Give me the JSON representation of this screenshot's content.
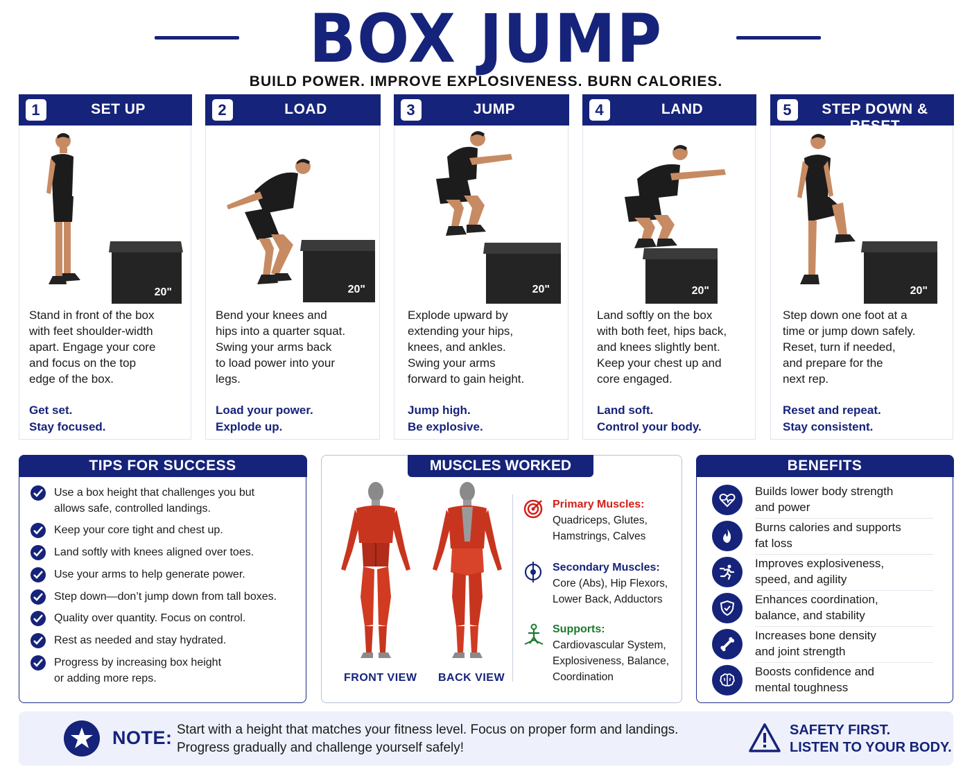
{
  "header": {
    "title": "BOX JUMP",
    "subtitle": "BUILD POWER. IMPROVE EXPLOSIVENESS. BURN CALORIES."
  },
  "box_label": "20\"",
  "steps": [
    {
      "number": "1",
      "title": "SET UP",
      "desc": [
        "Stand in front of the box",
        "with feet shoulder-width",
        "apart. Engage your core",
        "and focus on the top",
        "edge of the box."
      ],
      "tag": [
        "Get set.",
        "Stay focused."
      ]
    },
    {
      "number": "2",
      "title": "LOAD",
      "desc": [
        "Bend your knees and",
        "hips into a quarter squat.",
        "Swing your arms back",
        "to load power into your",
        "legs."
      ],
      "tag": [
        "Load your power.",
        "Explode up."
      ]
    },
    {
      "number": "3",
      "title": "JUMP",
      "desc": [
        "Explode upward by",
        "extending your hips,",
        "knees, and ankles.",
        "Swing your arms",
        "forward to gain height."
      ],
      "tag": [
        "Jump high.",
        "Be explosive."
      ]
    },
    {
      "number": "4",
      "title": "LAND",
      "desc": [
        "Land softly on the box",
        "with both feet, hips back,",
        "and knees slightly bent.",
        "Keep your chest up and",
        "core engaged."
      ],
      "tag": [
        "Land soft.",
        "Control your body."
      ]
    },
    {
      "number": "5",
      "title": "STEP DOWN & RESET",
      "desc": [
        "Step down one foot at a",
        "time or jump down safely.",
        "Reset, turn if needed,",
        "and prepare for the",
        "next rep."
      ],
      "tag": [
        "Reset and repeat.",
        "Stay consistent."
      ]
    }
  ],
  "tips": {
    "title": "TIPS FOR SUCCESS",
    "items": [
      [
        "Use a box height that challenges you but",
        "allows safe, controlled landings."
      ],
      [
        "Keep your core tight and chest up."
      ],
      [
        "Land softly with knees aligned over toes."
      ],
      [
        "Use your arms to help generate power."
      ],
      [
        "Step down—don’t jump down from tall boxes."
      ],
      [
        "Quality over quantity. Focus on control."
      ],
      [
        "Rest as needed and stay hydrated."
      ],
      [
        "Progress by increasing box height",
        "or adding more reps."
      ]
    ]
  },
  "muscles": {
    "title": "MUSCLES WORKED",
    "front_label": "FRONT VIEW",
    "back_label": "BACK VIEW",
    "groups": [
      {
        "title": "Primary Muscles:",
        "color": "#d0201a",
        "icon": "target-icon",
        "lines": [
          "Quadriceps, Glutes,",
          "Hamstrings, Calves"
        ]
      },
      {
        "title": "Secondary Muscles:",
        "color": "#16237a",
        "icon": "core-icon",
        "lines": [
          "Core (Abs), Hip Flexors,",
          "Lower Back, Adductors"
        ]
      },
      {
        "title": "Supports:",
        "color": "#1a7a2e",
        "icon": "balance-person-icon",
        "lines": [
          "Cardiovascular System,",
          "Explosiveness, Balance,",
          "Coordination"
        ]
      }
    ]
  },
  "benefits": {
    "title": "BENEFITS",
    "items": [
      {
        "icon": "heart-pulse-icon",
        "lines": [
          "Builds lower body strength",
          "and power"
        ]
      },
      {
        "icon": "flame-icon",
        "lines": [
          "Burns calories and supports",
          "fat loss"
        ]
      },
      {
        "icon": "running-person-icon",
        "lines": [
          "Improves explosiveness,",
          "speed, and agility"
        ]
      },
      {
        "icon": "shield-check-icon",
        "lines": [
          "Enhances coordination,",
          "balance, and stability"
        ]
      },
      {
        "icon": "bone-icon",
        "lines": [
          "Increases bone density",
          "and joint strength"
        ]
      },
      {
        "icon": "brain-icon",
        "lines": [
          "Boosts confidence and",
          "mental toughness"
        ]
      }
    ]
  },
  "note": {
    "label": "NOTE:",
    "lines": [
      "Start with a height that matches your fitness level. Focus on proper form and landings.",
      "Progress gradually and challenge yourself safely!"
    ],
    "safety": [
      "SAFETY FIRST.",
      "LISTEN TO YOUR BODY."
    ]
  },
  "colors": {
    "navy": "#16237a",
    "primary_red": "#d0201a",
    "support_green": "#1a7a2e",
    "note_bg": "#eef1fb"
  }
}
